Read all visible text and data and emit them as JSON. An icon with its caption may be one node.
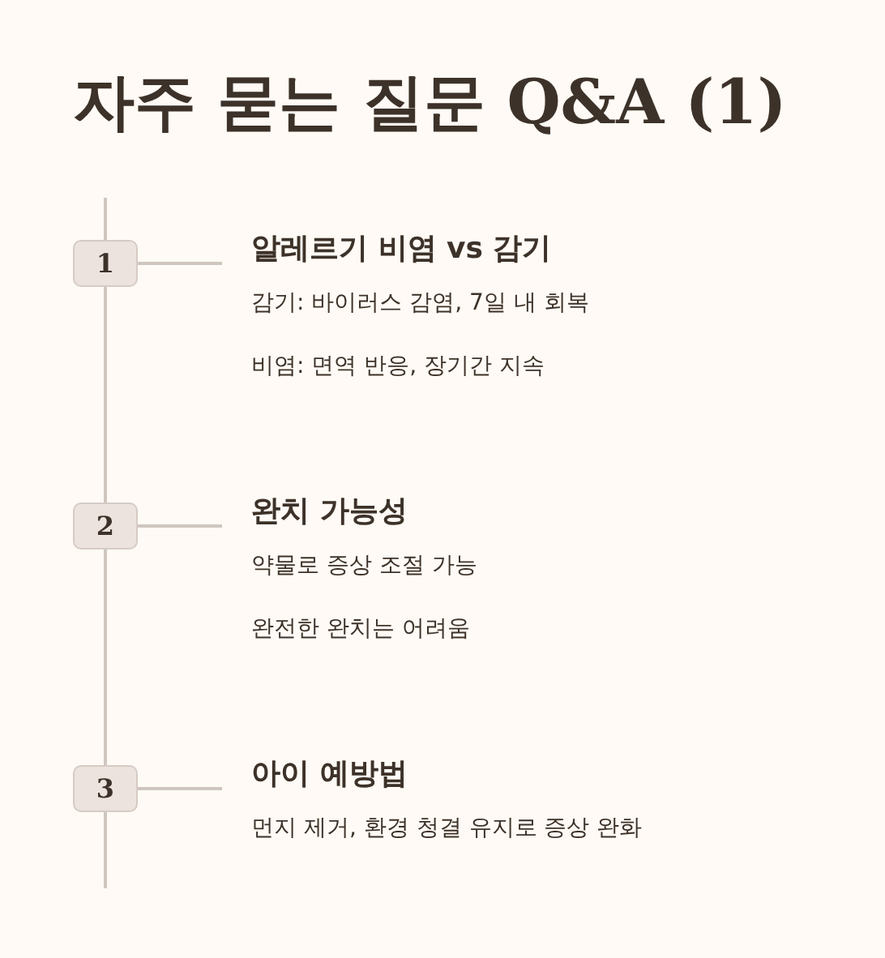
{
  "diagram": {
    "title": "자주 묻는 질문 Q&A (1)",
    "nodes": [
      {
        "text": [
          "1"
        ]
      },
      {
        "text": [
          "알레르기 비염 vs 감기",
          "감기: 바이러스 감염, 7일 내 회복",
          "비염: 면역 반응, 장기간 지속"
        ]
      },
      {
        "text": [
          "2"
        ]
      },
      {
        "text": [
          "완치 가능성",
          "약물로 증상 조절 가능",
          "완전한 완치는 어려움"
        ]
      },
      {
        "text": [
          "3"
        ]
      },
      {
        "text": [
          "아이 예방법",
          "먼지 제거, 환경 청결 유지로 증상 완화"
        ]
      }
    ],
    "edges": [
      {
        "from": 0,
        "to": 1,
        "arrow": "none"
      },
      {
        "from": 0,
        "to": 2,
        "arrow": "none"
      },
      {
        "from": 2,
        "to": 3,
        "arrow": "none"
      },
      {
        "from": 2,
        "to": 4,
        "arrow": "none"
      },
      {
        "from": 4,
        "to": 5,
        "arrow": "none"
      }
    ]
  }
}
